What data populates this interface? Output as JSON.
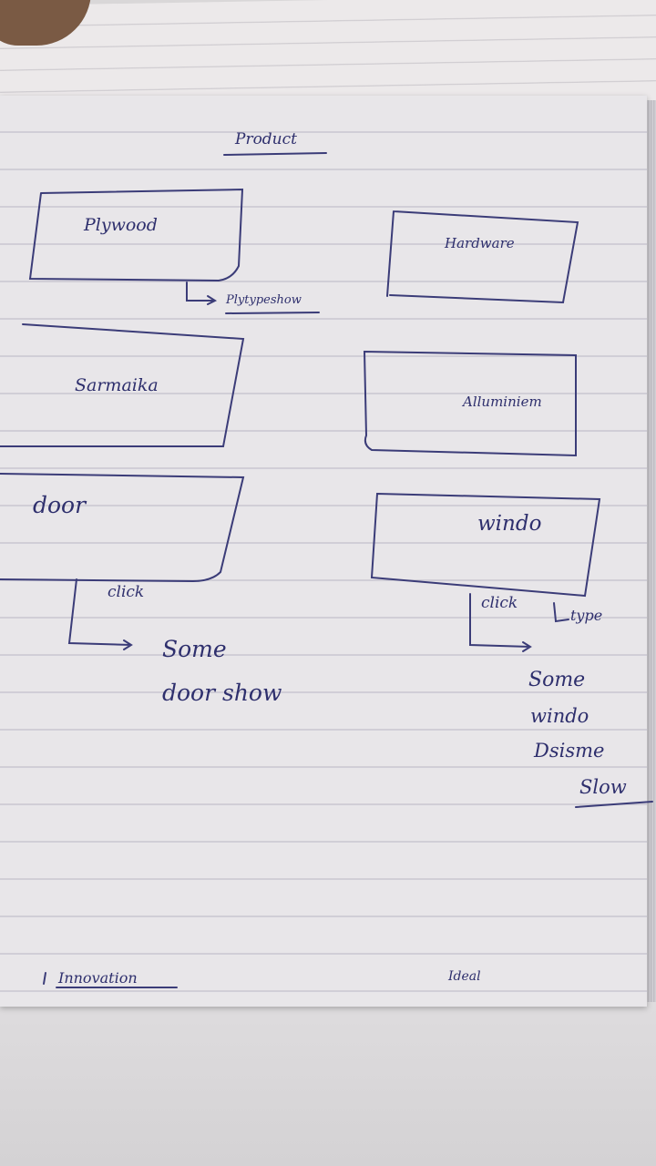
{
  "notebook": {
    "heading": "Product",
    "footer_left": "Innovation",
    "footer_right": "Ideal"
  },
  "boxes": {
    "plywood": {
      "label": "Plywood",
      "note": "Plytypeshow"
    },
    "hardware": {
      "label": "Hardware"
    },
    "sarmaika": {
      "label": "Sarmaika"
    },
    "aluminium": {
      "label": "Alluminiem"
    },
    "door": {
      "label": "door",
      "action": "click",
      "result_line1": "Some",
      "result_line2": "door show"
    },
    "window": {
      "label": "windo",
      "action": "click",
      "extra": "type",
      "result_line1": "Some",
      "result_line2": "windo",
      "result_line3": "Dsisme",
      "result_line4": "Slow"
    }
  }
}
